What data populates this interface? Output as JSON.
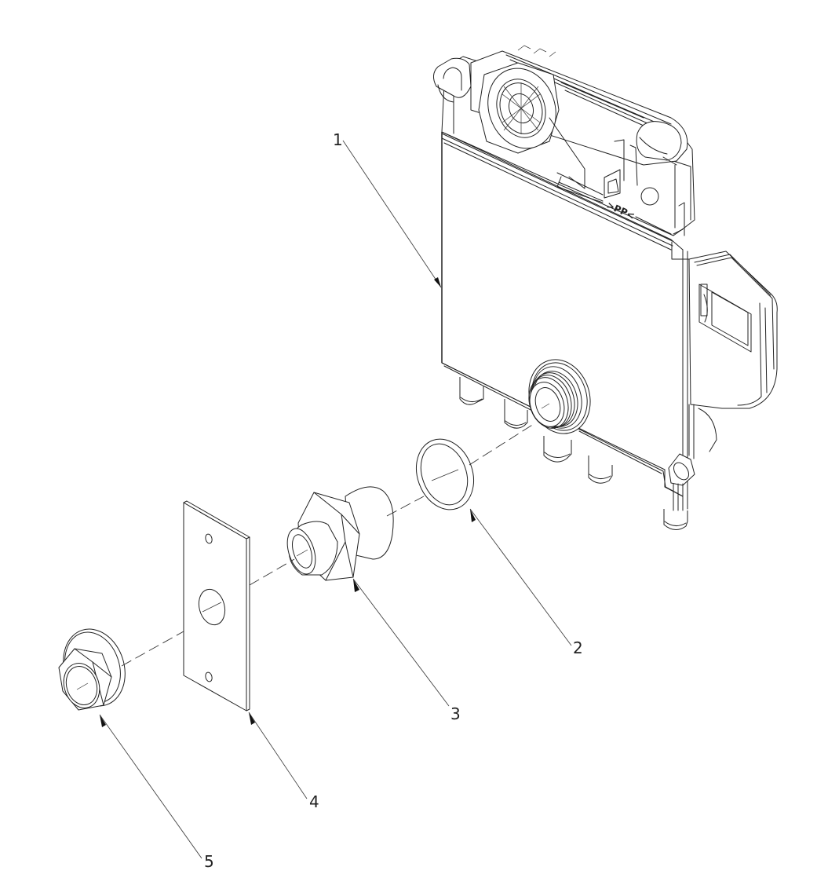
{
  "drawing": {
    "type": "exploded assembly view",
    "material_marking": ">PP<",
    "callouts": [
      {
        "id": "callout-1",
        "label": "1",
        "part": "pump-housing"
      },
      {
        "id": "callout-2",
        "label": "2",
        "part": "sealing-ring"
      },
      {
        "id": "callout-3",
        "label": "3",
        "part": "hex-adapter-fitting"
      },
      {
        "id": "callout-4",
        "label": "4",
        "part": "mounting-plate"
      },
      {
        "id": "callout-5",
        "label": "5",
        "part": "flange-nut"
      }
    ]
  },
  "colors": {
    "line": "#222222",
    "background": "#ffffff"
  }
}
